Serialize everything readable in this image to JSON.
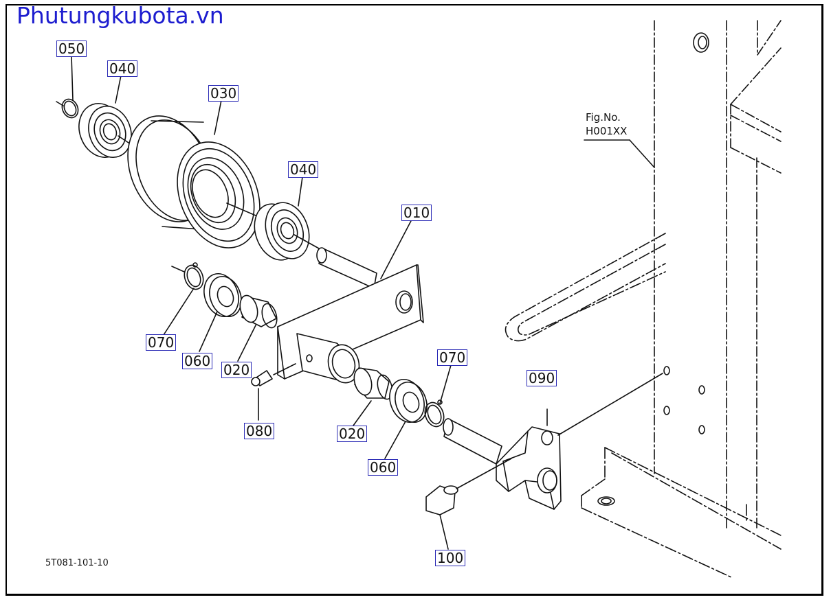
{
  "header": {
    "brand": "Phutungkubota.vn"
  },
  "reference": {
    "fig_label": "Fig.No.",
    "fig_value": "H001XX"
  },
  "drawing_number": "5T081-101-10",
  "callouts": [
    {
      "id": "050",
      "name": "callout-050"
    },
    {
      "id": "040",
      "name": "callout-040-top"
    },
    {
      "id": "030",
      "name": "callout-030"
    },
    {
      "id": "040",
      "name": "callout-040-mid"
    },
    {
      "id": "010",
      "name": "callout-010"
    },
    {
      "id": "070",
      "name": "callout-070-left"
    },
    {
      "id": "060",
      "name": "callout-060-left"
    },
    {
      "id": "020",
      "name": "callout-020-left"
    },
    {
      "id": "080",
      "name": "callout-080"
    },
    {
      "id": "020",
      "name": "callout-020-right"
    },
    {
      "id": "060",
      "name": "callout-060-right"
    },
    {
      "id": "070",
      "name": "callout-070-right"
    },
    {
      "id": "090",
      "name": "callout-090"
    },
    {
      "id": "100",
      "name": "callout-100"
    }
  ],
  "colors": {
    "brand": "#1c1ccf",
    "callout_border": "#2a2ab5",
    "line": "#111111"
  }
}
